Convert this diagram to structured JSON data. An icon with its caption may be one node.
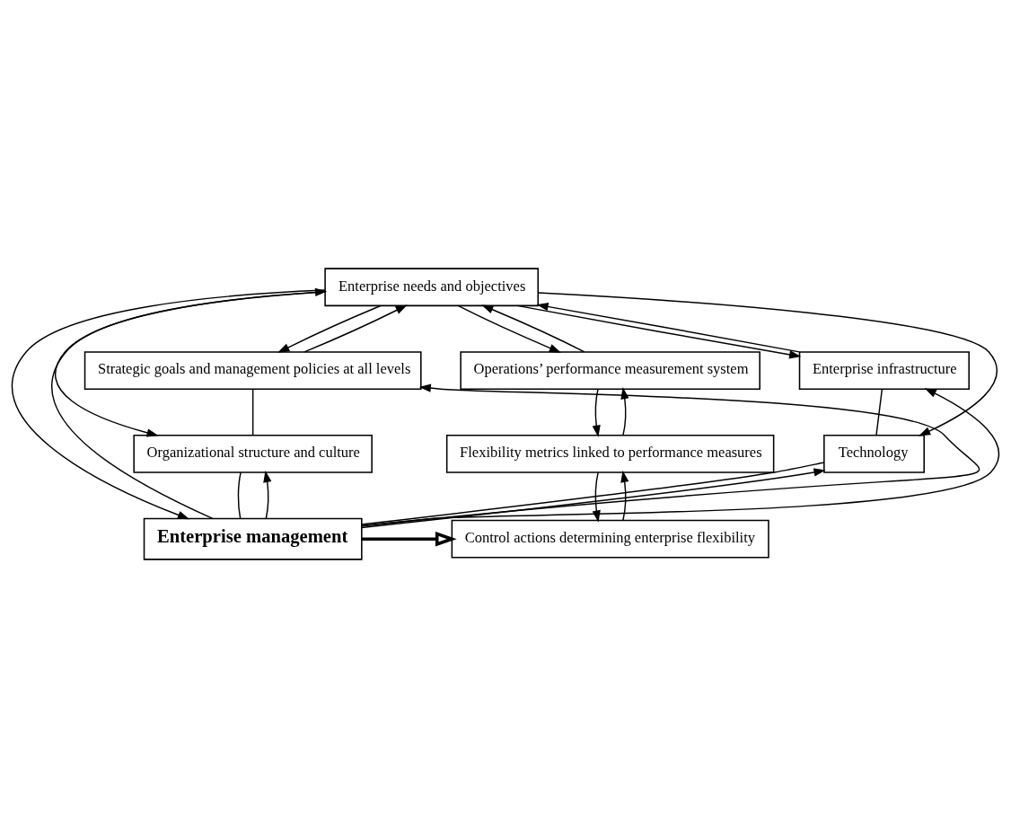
{
  "diagram": {
    "nodes": [
      {
        "text": [
          "Enterprise needs and objectives"
        ]
      },
      {
        "text": [
          "Strategic goals and management policies at all levels"
        ]
      },
      {
        "text": [
          "Enterprise infrastructure"
        ]
      },
      {
        "text": [
          "Operations’ performance measurement system"
        ]
      },
      {
        "text": [
          "Organizational structure and culture"
        ]
      },
      {
        "text": [
          "Flexibility metrics linked to performance measures"
        ]
      },
      {
        "text": [
          "Technology"
        ]
      },
      {
        "text": [
          "Control actions determining enterprise flexibility"
        ]
      },
      {
        "text": [
          "Enterprise management"
        ]
      }
    ],
    "edges": [
      {
        "from": 0,
        "to": 3,
        "arrow": "to"
      },
      {
        "from": 3,
        "to": 0,
        "arrow": "to"
      },
      {
        "from": 3,
        "to": 5,
        "arrow": "to"
      },
      {
        "from": 5,
        "to": 3,
        "arrow": "to"
      },
      {
        "from": 5,
        "to": 7,
        "arrow": "to"
      },
      {
        "from": 7,
        "to": 5,
        "arrow": "to"
      },
      {
        "from": 8,
        "to": 7,
        "arrow": "to",
        "style": "thick"
      },
      {
        "from": 0,
        "to": 1,
        "arrow": "to"
      },
      {
        "from": 0,
        "to": 4,
        "arrow": "to"
      },
      {
        "from": 0,
        "to": 2,
        "arrow": "to"
      },
      {
        "from": 0,
        "to": 6,
        "arrow": "to"
      },
      {
        "from": 8,
        "to": 1,
        "arrow": "to"
      },
      {
        "from": 8,
        "to": 4,
        "arrow": "to"
      },
      {
        "from": 8,
        "to": 2,
        "arrow": "to"
      },
      {
        "from": 8,
        "to": 6,
        "arrow": "to"
      },
      {
        "from": 1,
        "to": 0,
        "arrow": "to"
      },
      {
        "from": 0,
        "to": 8,
        "arrow": "to"
      },
      {
        "from": 8,
        "to": 0,
        "arrow": "to"
      },
      {
        "from": 2,
        "to": 0,
        "arrow": "to"
      },
      {
        "from": 1,
        "to": 4,
        "arrow": "none"
      },
      {
        "from": 4,
        "to": 8,
        "arrow": "none"
      },
      {
        "from": 2,
        "to": 6,
        "arrow": "none"
      },
      {
        "from": 6,
        "to": 8,
        "arrow": "none"
      }
    ]
  }
}
